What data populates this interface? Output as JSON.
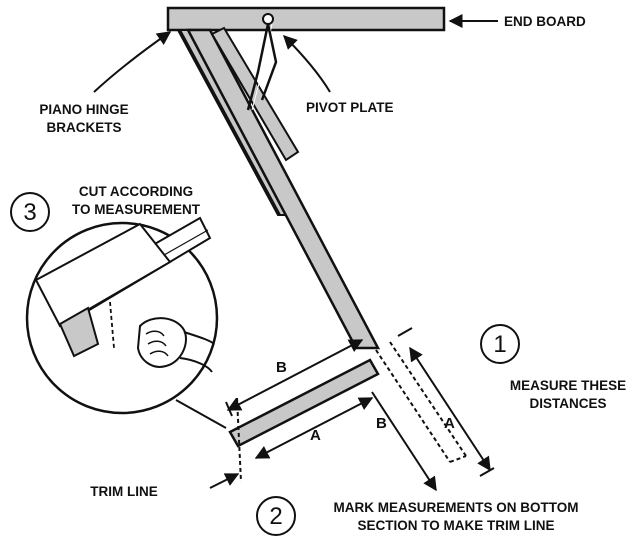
{
  "labels": {
    "end_board": "END BOARD",
    "pivot_plate": "PIVOT PLATE",
    "piano_hinge_line1": "PIANO HINGE",
    "piano_hinge_line2": "BRACKETS",
    "cut_line1": "CUT ACCORDING",
    "cut_line2": "TO MEASUREMENT",
    "measure_line1": "MEASURE THESE",
    "measure_line2": "DISTANCES",
    "trim_line": "TRIM LINE",
    "mark_line1": "MARK MEASUREMENTS ON BOTTOM",
    "mark_line2": "SECTION TO MAKE TRIM LINE"
  },
  "steps": {
    "one": "1",
    "two": "2",
    "three": "3"
  },
  "dimensions": {
    "a": "A",
    "b": "B"
  },
  "colors": {
    "board_fill": "#c8c8c8",
    "stroke": "#111111",
    "background": "#ffffff"
  }
}
